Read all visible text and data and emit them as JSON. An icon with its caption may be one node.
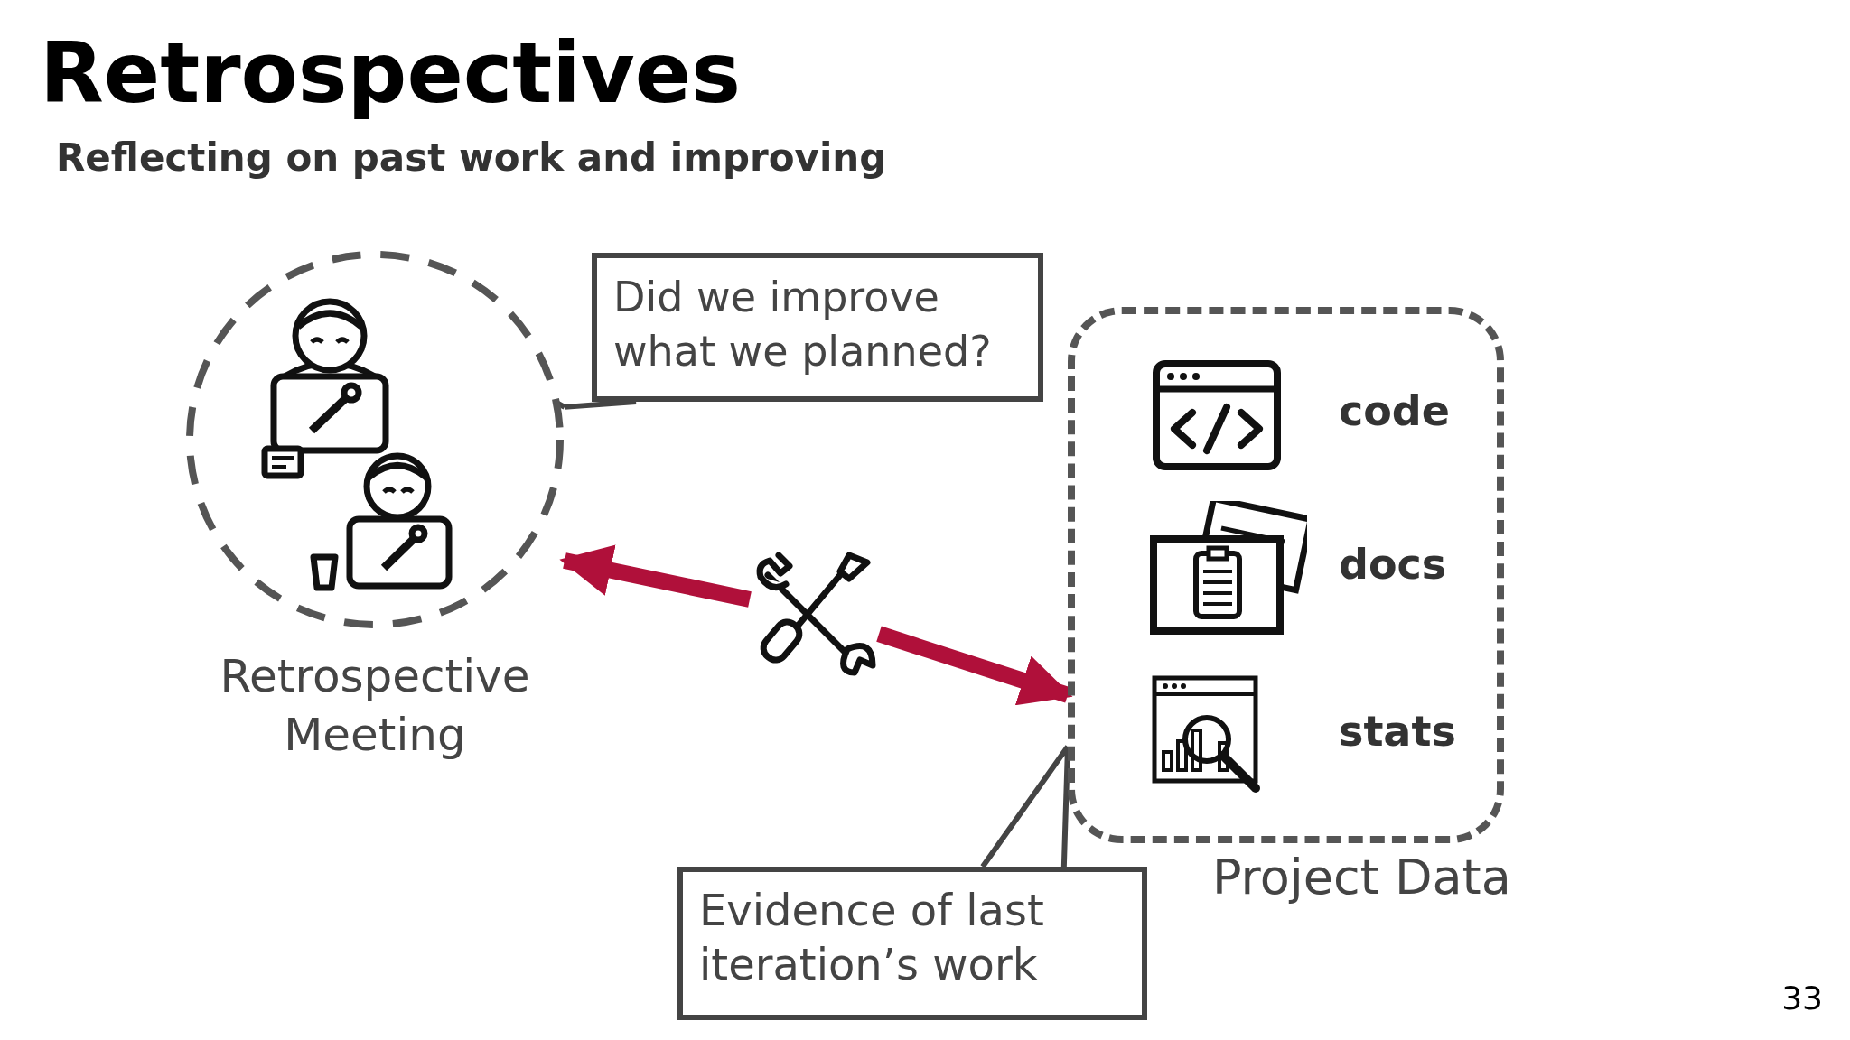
{
  "diagram": {
    "title": "Retrospectives",
    "nodes": [
      {
        "text": [
          "Retrospective Meeting"
        ]
      },
      {
        "text": [
          "Did we improve what we planned?"
        ]
      },
      {
        "text": [
          "Project Data"
        ]
      },
      {
        "text": [
          "code"
        ],
        "in": 2
      },
      {
        "text": [
          "docs"
        ],
        "in": 2
      },
      {
        "text": [
          "stats"
        ],
        "in": 2
      },
      {
        "text": [
          "Evidence of last iteration’s work"
        ]
      },
      {
        "text": [],
        "shape": "picture"
      }
    ],
    "edges": [
      {
        "from": 1,
        "to": 0,
        "arrow": "none"
      },
      {
        "from": 7,
        "to": 0,
        "arrow": "to",
        "style": "thick",
        "color": "#b0103a"
      },
      {
        "from": 7,
        "to": 2,
        "arrow": "to",
        "style": "thick",
        "color": "#b0103a"
      },
      {
        "from": 6,
        "to": 2,
        "arrow": "none"
      }
    ],
    "labels": [
      "Reflecting on past work and improving",
      "33"
    ]
  }
}
